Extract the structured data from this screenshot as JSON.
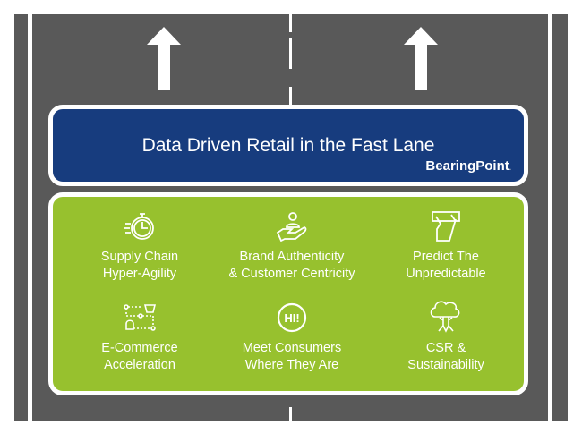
{
  "header": {
    "title": "Data Driven Retail in the Fast Lane",
    "brand": "BearingPoint",
    "brand_mark": "."
  },
  "items": [
    {
      "icon": "stopwatch-icon",
      "line1": "Supply Chain",
      "line2": "Hyper-Agility"
    },
    {
      "icon": "hand-person-icon",
      "line1": "Brand Authenticity",
      "line2": "& Customer Centricity"
    },
    {
      "icon": "hands-data-icon",
      "line1": "Predict The",
      "line2": "Unpredictable"
    },
    {
      "icon": "basket-network-icon",
      "line1": "E-Commerce",
      "line2": "Acceleration"
    },
    {
      "icon": "hi-bubble-icon",
      "line1": "Meet Consumers",
      "line2": "Where They Are"
    },
    {
      "icon": "tree-icon",
      "line1": "CSR &",
      "line2": "Sustainability"
    }
  ],
  "colors": {
    "road": "#595959",
    "blue": "#173c7e",
    "green": "#97c12e"
  }
}
